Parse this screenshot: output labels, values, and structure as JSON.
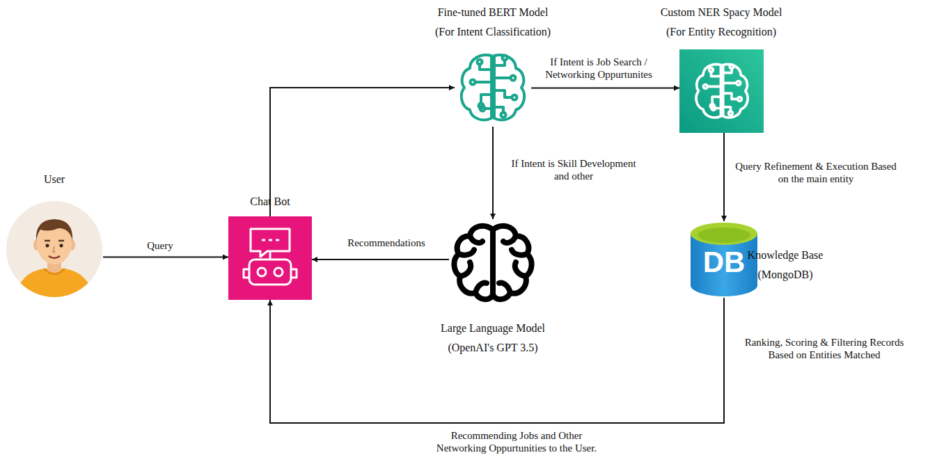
{
  "diagram": {
    "nodes": [
      {
        "text": [
          "User"
        ]
      },
      {
        "text": [
          "Chat Bot"
        ]
      },
      {
        "text": [
          "Fine-tuned BERT Model",
          "(For Intent Classification)"
        ]
      },
      {
        "text": [
          "Custom NER Spacy Model",
          "(For Entity Recognition)"
        ]
      },
      {
        "text": [
          "Large Language Model",
          "(OpenAI's GPT 3.5)"
        ]
      },
      {
        "text": [
          "DB",
          "Knowledge Base",
          "(MongoDB)"
        ]
      }
    ],
    "edges": [
      {
        "from": 0,
        "to": 1,
        "arrow": "to",
        "label": "Query"
      },
      {
        "from": 1,
        "to": 2,
        "arrow": "to"
      },
      {
        "from": 2,
        "to": 3,
        "arrow": "to",
        "label": "If Intent is Job Search / Networking Oppurtunites"
      },
      {
        "from": 2,
        "to": 4,
        "arrow": "to",
        "label": "If Intent is Skill Development and other"
      },
      {
        "from": 3,
        "to": 5,
        "arrow": "to",
        "label": "Query Refinement & Execution Based on the main entity"
      },
      {
        "from": 4,
        "to": 1,
        "arrow": "to",
        "label": "Recommendations"
      },
      {
        "from": 5,
        "to": 1,
        "arrow": "to",
        "label": "Recommending Jobs and Other Networking Oppurtunities to the User."
      }
    ],
    "labels": [
      "Ranking, Scoring & Filtering Records Based on Entities Matched"
    ]
  }
}
